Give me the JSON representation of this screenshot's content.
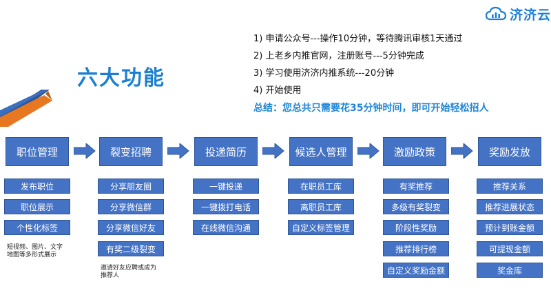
{
  "logo": {
    "text": "济济云",
    "icon": "cloud-icon",
    "color": "#1e7fd6"
  },
  "title": "六大功能",
  "steps": [
    "1) 申请公众号---操作10分钟，等待腾讯审核1天通过",
    "2) 上老乡内推官网，注册账号---5分钟完成",
    "3) 学习使用济济内推系统---20分钟",
    "4) 开始使用"
  ],
  "summary": "总结：您总共只需要花35分钟时间，即可开始轻松招人",
  "colors": {
    "box": "#4472c4",
    "box_border": "#2f5597",
    "band_blue": "#2e5597",
    "band_orange": "#e87722",
    "title": "#1a7fd0"
  },
  "columns": [
    {
      "header": "职位管理",
      "items": [
        "发布职位",
        "职位展示",
        "个性化标签"
      ],
      "note": "短视频、图片、文字\n地图等多形式展示"
    },
    {
      "header": "裂变招聘",
      "items": [
        "分享朋友圈",
        "分享微信群",
        "分享微信好友",
        "有奖二级裂变"
      ],
      "note": "邀请好友应聘或成为\n推荐人"
    },
    {
      "header": "投递简历",
      "items": [
        "一键投递",
        "一键拨打电话",
        "在线微信沟通"
      ]
    },
    {
      "header": "候选人管理",
      "items": [
        "在职员工库",
        "离职员工库",
        "自定义标签管理"
      ]
    },
    {
      "header": "激励政策",
      "items": [
        "有奖推荐",
        "多级有奖裂变",
        "阶段性奖励",
        "推荐排行榜",
        "自定义奖励金额"
      ]
    },
    {
      "header": "奖励发放",
      "items": [
        "推荐关系",
        "推荐进展状态",
        "预计到账金额",
        "可提现金额",
        "奖金库"
      ]
    }
  ]
}
